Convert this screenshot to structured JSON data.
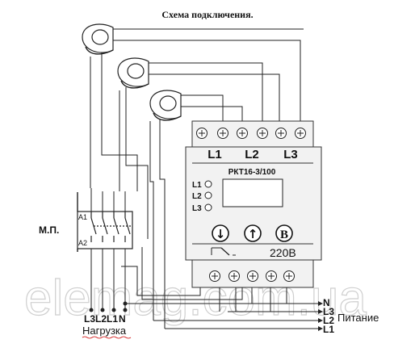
{
  "title": "Схема подключения.",
  "watermark": "elemag.com.ua",
  "relay": {
    "model": "РКТ16-3/100",
    "top_terminals": [
      "L1",
      "L2",
      "L3"
    ],
    "indicators": [
      "L1",
      "L2",
      "L3"
    ],
    "buttons": [
      "↓",
      "↑",
      "B"
    ],
    "supply_label": "220В"
  },
  "contactor": {
    "label": "М.П.",
    "coil_top": "А1",
    "coil_bottom": "А2"
  },
  "load": {
    "terminals": [
      "L3",
      "L2",
      "L1",
      "N"
    ],
    "caption": "Нагрузка"
  },
  "supply": {
    "lines": [
      "N",
      "L3",
      "L2",
      "L1"
    ],
    "caption": "Питание"
  }
}
